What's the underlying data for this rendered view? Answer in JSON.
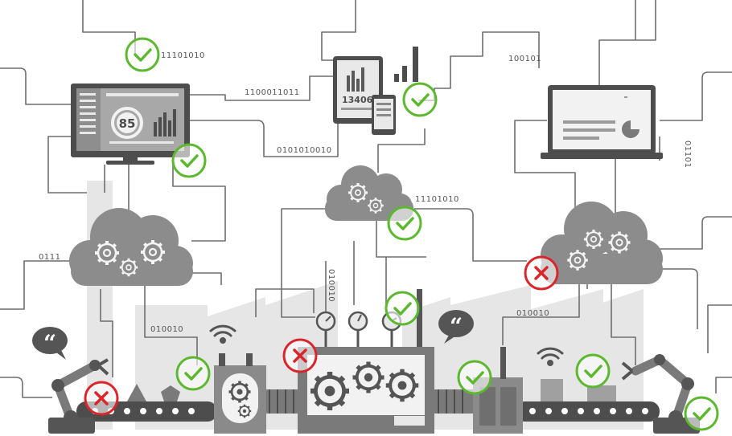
{
  "colors": {
    "line": "#6e6e6e",
    "dark": "#555555",
    "mid": "#8a8a8a",
    "light": "#bdbdbd",
    "factory": "#e4e4e4",
    "cloud": "#8c8c8c",
    "ok": "#5cb82e",
    "fail": "#d9262b"
  },
  "labels": {
    "bin_1": "11101010",
    "bin_2": "1100011011",
    "bin_3": "0101010010",
    "bin_4": "100101",
    "bin_5": "01101",
    "bin_6": "11101010",
    "bin_7": "0111",
    "bin_8": "010010",
    "bin_9": "010010",
    "bin_10": "010010"
  },
  "monitor": {
    "gauge_value": "85"
  },
  "tablet": {
    "value": "13406"
  },
  "icons": {
    "ok": "check-circle-icon",
    "fail": "x-circle-icon",
    "gear": "gear-icon",
    "wifi": "wifi-icon",
    "quote": "speech-bubble-quote-icon"
  }
}
